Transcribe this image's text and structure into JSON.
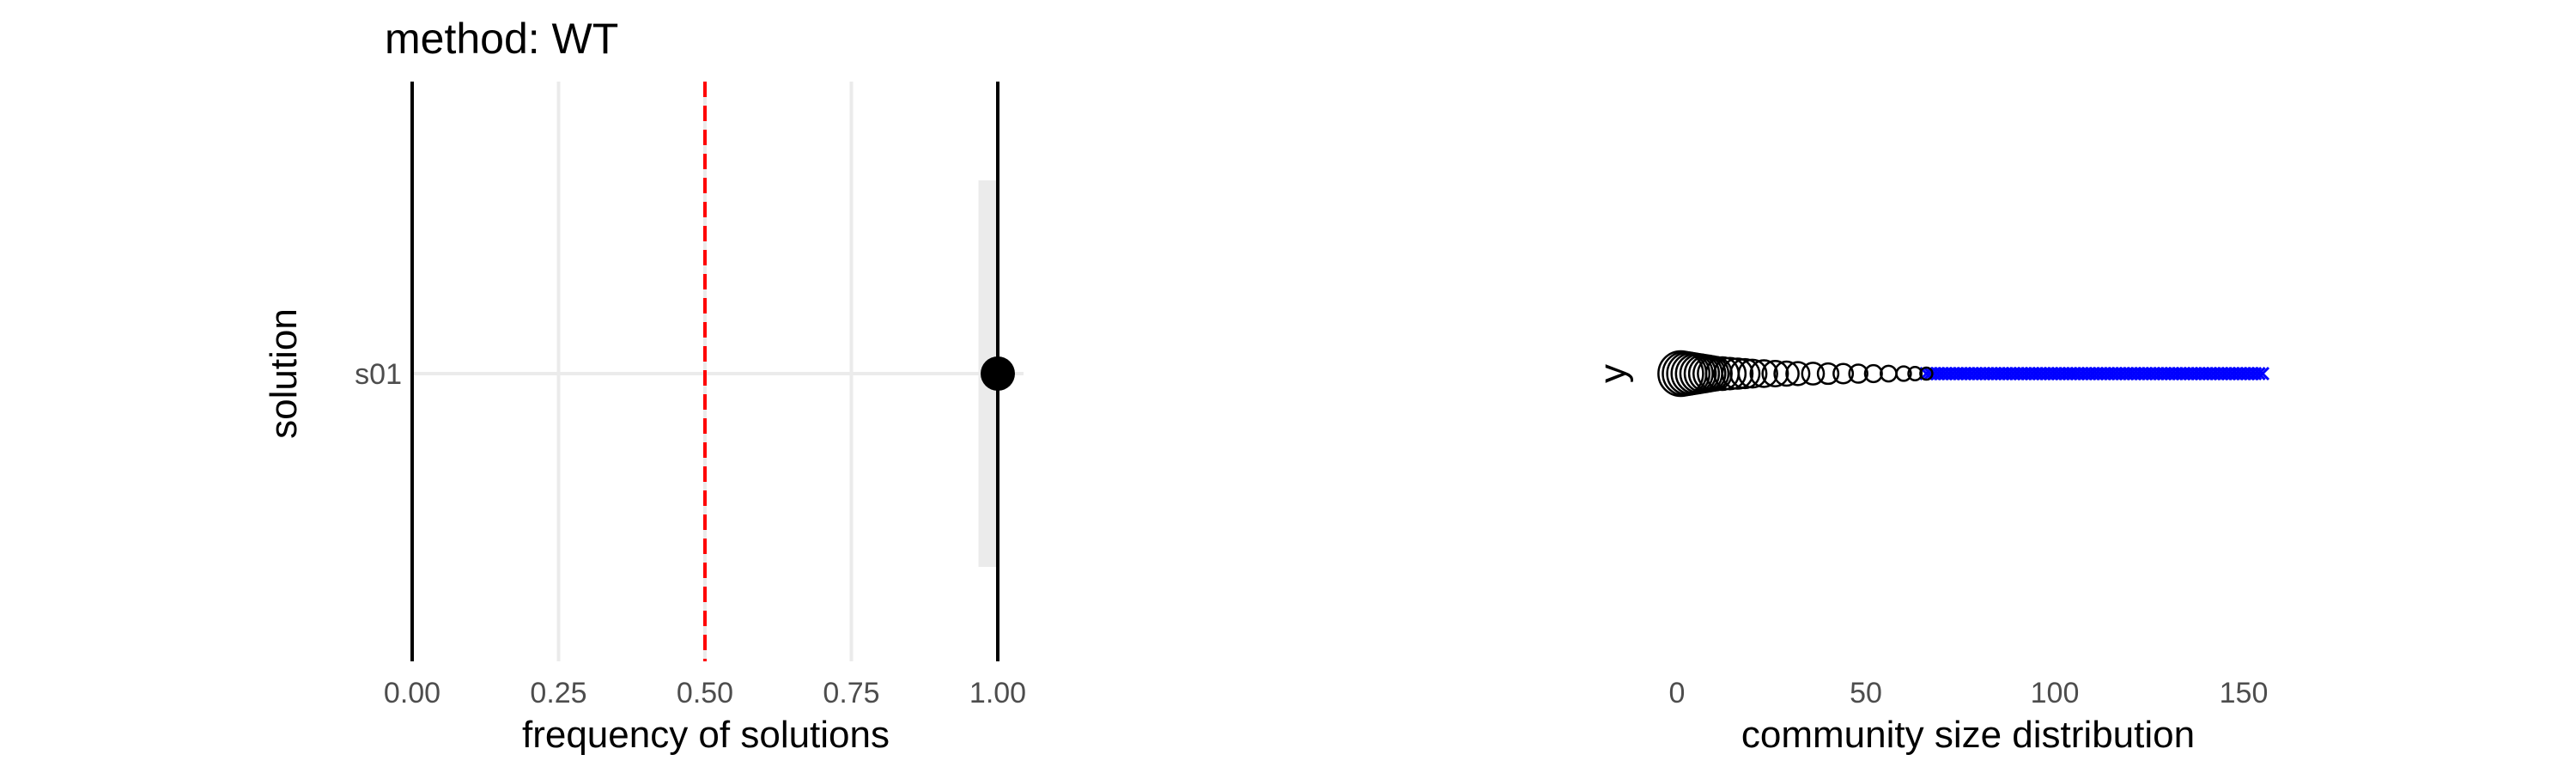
{
  "chart_data": [
    {
      "type": "scatter",
      "title": "method: WT",
      "xlabel": "frequency of solutions",
      "ylabel": "solution",
      "xlim": [
        0.0,
        1.0
      ],
      "x_ticks": [
        "0.00",
        "0.25",
        "0.50",
        "0.75",
        "1.00"
      ],
      "x_tick_values": [
        0.0,
        0.25,
        0.5,
        0.75,
        1.0
      ],
      "categories": [
        "s01"
      ],
      "points": [
        {
          "solution": "s01",
          "frequency": 1.0
        }
      ],
      "interval": {
        "solution": "s01",
        "low": 0.97,
        "high": 1.0
      },
      "reference_lines": [
        0.0,
        1.0
      ],
      "threshold_line": {
        "x": 0.5,
        "style": "dashed",
        "color": "#ff0000"
      },
      "grid": true,
      "point_color": "#000000",
      "band_color": "#ebebeb"
    },
    {
      "type": "scatter",
      "xlabel": "community size distribution",
      "ylabel": "y",
      "x_ticks": [
        "0",
        "50",
        "100",
        "150"
      ],
      "x_tick_values": [
        0,
        50,
        100,
        150
      ],
      "xlim": [
        0,
        155
      ],
      "grid": false,
      "circle_sizes": [
        1,
        2,
        3,
        4,
        5,
        6,
        7,
        8,
        9,
        10,
        12,
        14,
        16,
        18,
        20,
        23,
        26,
        29,
        32,
        36,
        40,
        44,
        48,
        52,
        56,
        60,
        63,
        66
      ],
      "cross_range": [
        66,
        155
      ],
      "circle_color": "#000000",
      "cross_color": "#0000ff"
    }
  ]
}
